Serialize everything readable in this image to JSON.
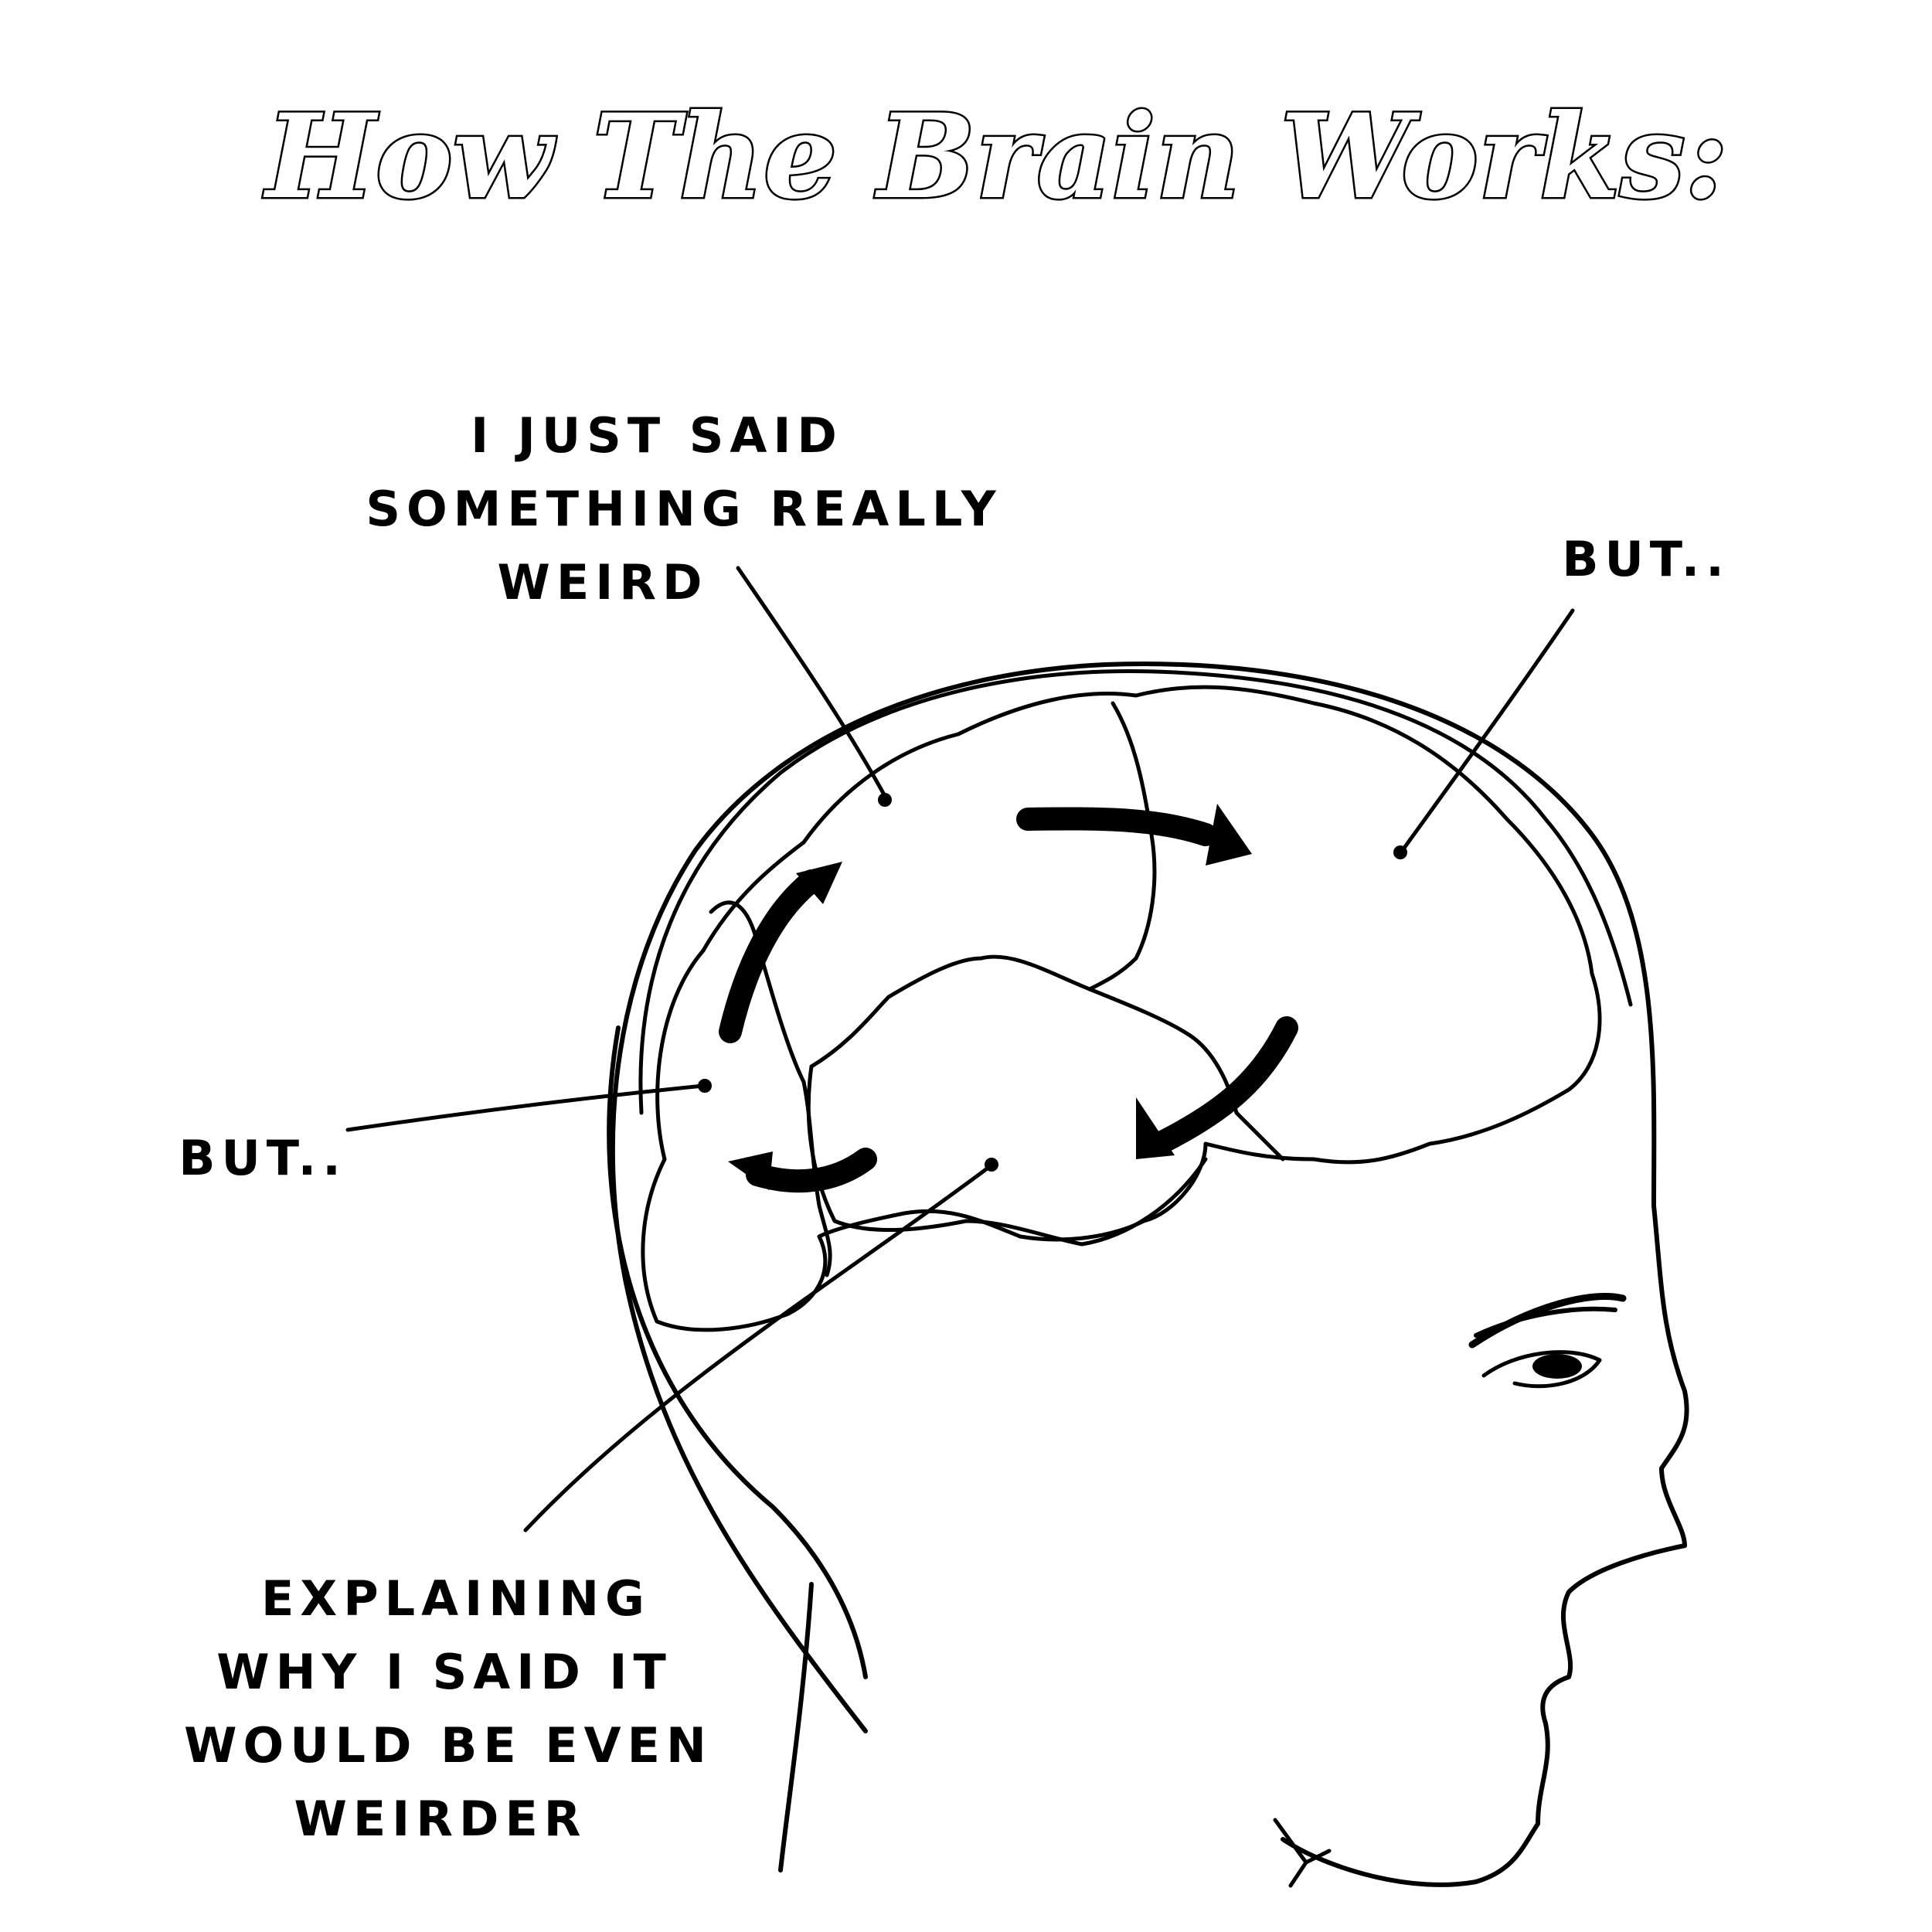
{
  "title": "How The Brain Works:",
  "labels": {
    "top_line1": "I JUST SAID",
    "top_line2": "SOMETHING REALLY",
    "top_line3": "WEIRD",
    "right": "BUT..",
    "left": "BUT..",
    "bottom_line1": "EXPLAINING",
    "bottom_line2": "WHY I SAID IT",
    "bottom_line3": "WOULD BE EVEN",
    "bottom_line4": "WEIRDER"
  },
  "colors": {
    "ink": "#000000",
    "paper": "#ffffff"
  }
}
